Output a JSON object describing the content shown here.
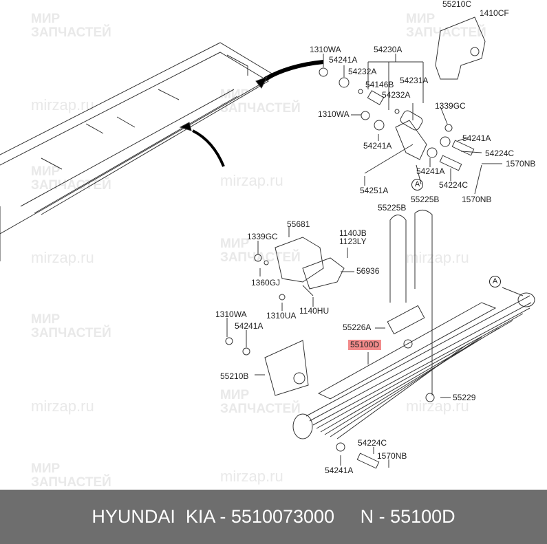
{
  "watermark": {
    "line1": "МИР",
    "line2": "ЗАПЧАСТЕЙ",
    "url": "mirzap.ru"
  },
  "labels": {
    "l55210C": "55210C",
    "l1410CF": "1410CF",
    "l1310WA_a": "1310WA",
    "l54241A_a": "54241A",
    "l54230A": "54230A",
    "l54232A_a": "54232A",
    "l54146B": "54146B",
    "l54231A": "54231A",
    "l54232A_b": "54232A",
    "l1310WA_b": "1310WA",
    "l1339GC_a": "1339GC",
    "l54241A_b": "54241A",
    "l54241A_c": "54241A",
    "l54224C_a": "54224C",
    "l1570NB_a": "1570NB",
    "l54241A_d": "54241A",
    "l54224C_b": "54224C",
    "l54251A": "54251A",
    "l55225B_a": "55225B",
    "l55225B_b": "55225B",
    "l1570NB_b": "1570NB",
    "l55681": "55681",
    "l1339GC_b": "1339GC",
    "l1140JB": "1140JB",
    "l1123LY": "1123LY",
    "l56936": "56936",
    "l1360GJ": "1360GJ",
    "l1310UA": "1310UA",
    "l1140HU": "1140HU",
    "l1310WA_c": "1310WA",
    "l54241A_e": "54241A",
    "l55226A": "55226A",
    "l55100D": "55100D",
    "l55210B": "55210B",
    "l55229": "55229",
    "l54224C_c": "54224C",
    "l1570NB_c": "1570NB",
    "l54241A_f": "54241A",
    "refA": "A"
  },
  "highlight_color": "#f28b8b",
  "footer": {
    "text": "HYUNDAI  KIA - 5510073000     N - 55100D"
  }
}
